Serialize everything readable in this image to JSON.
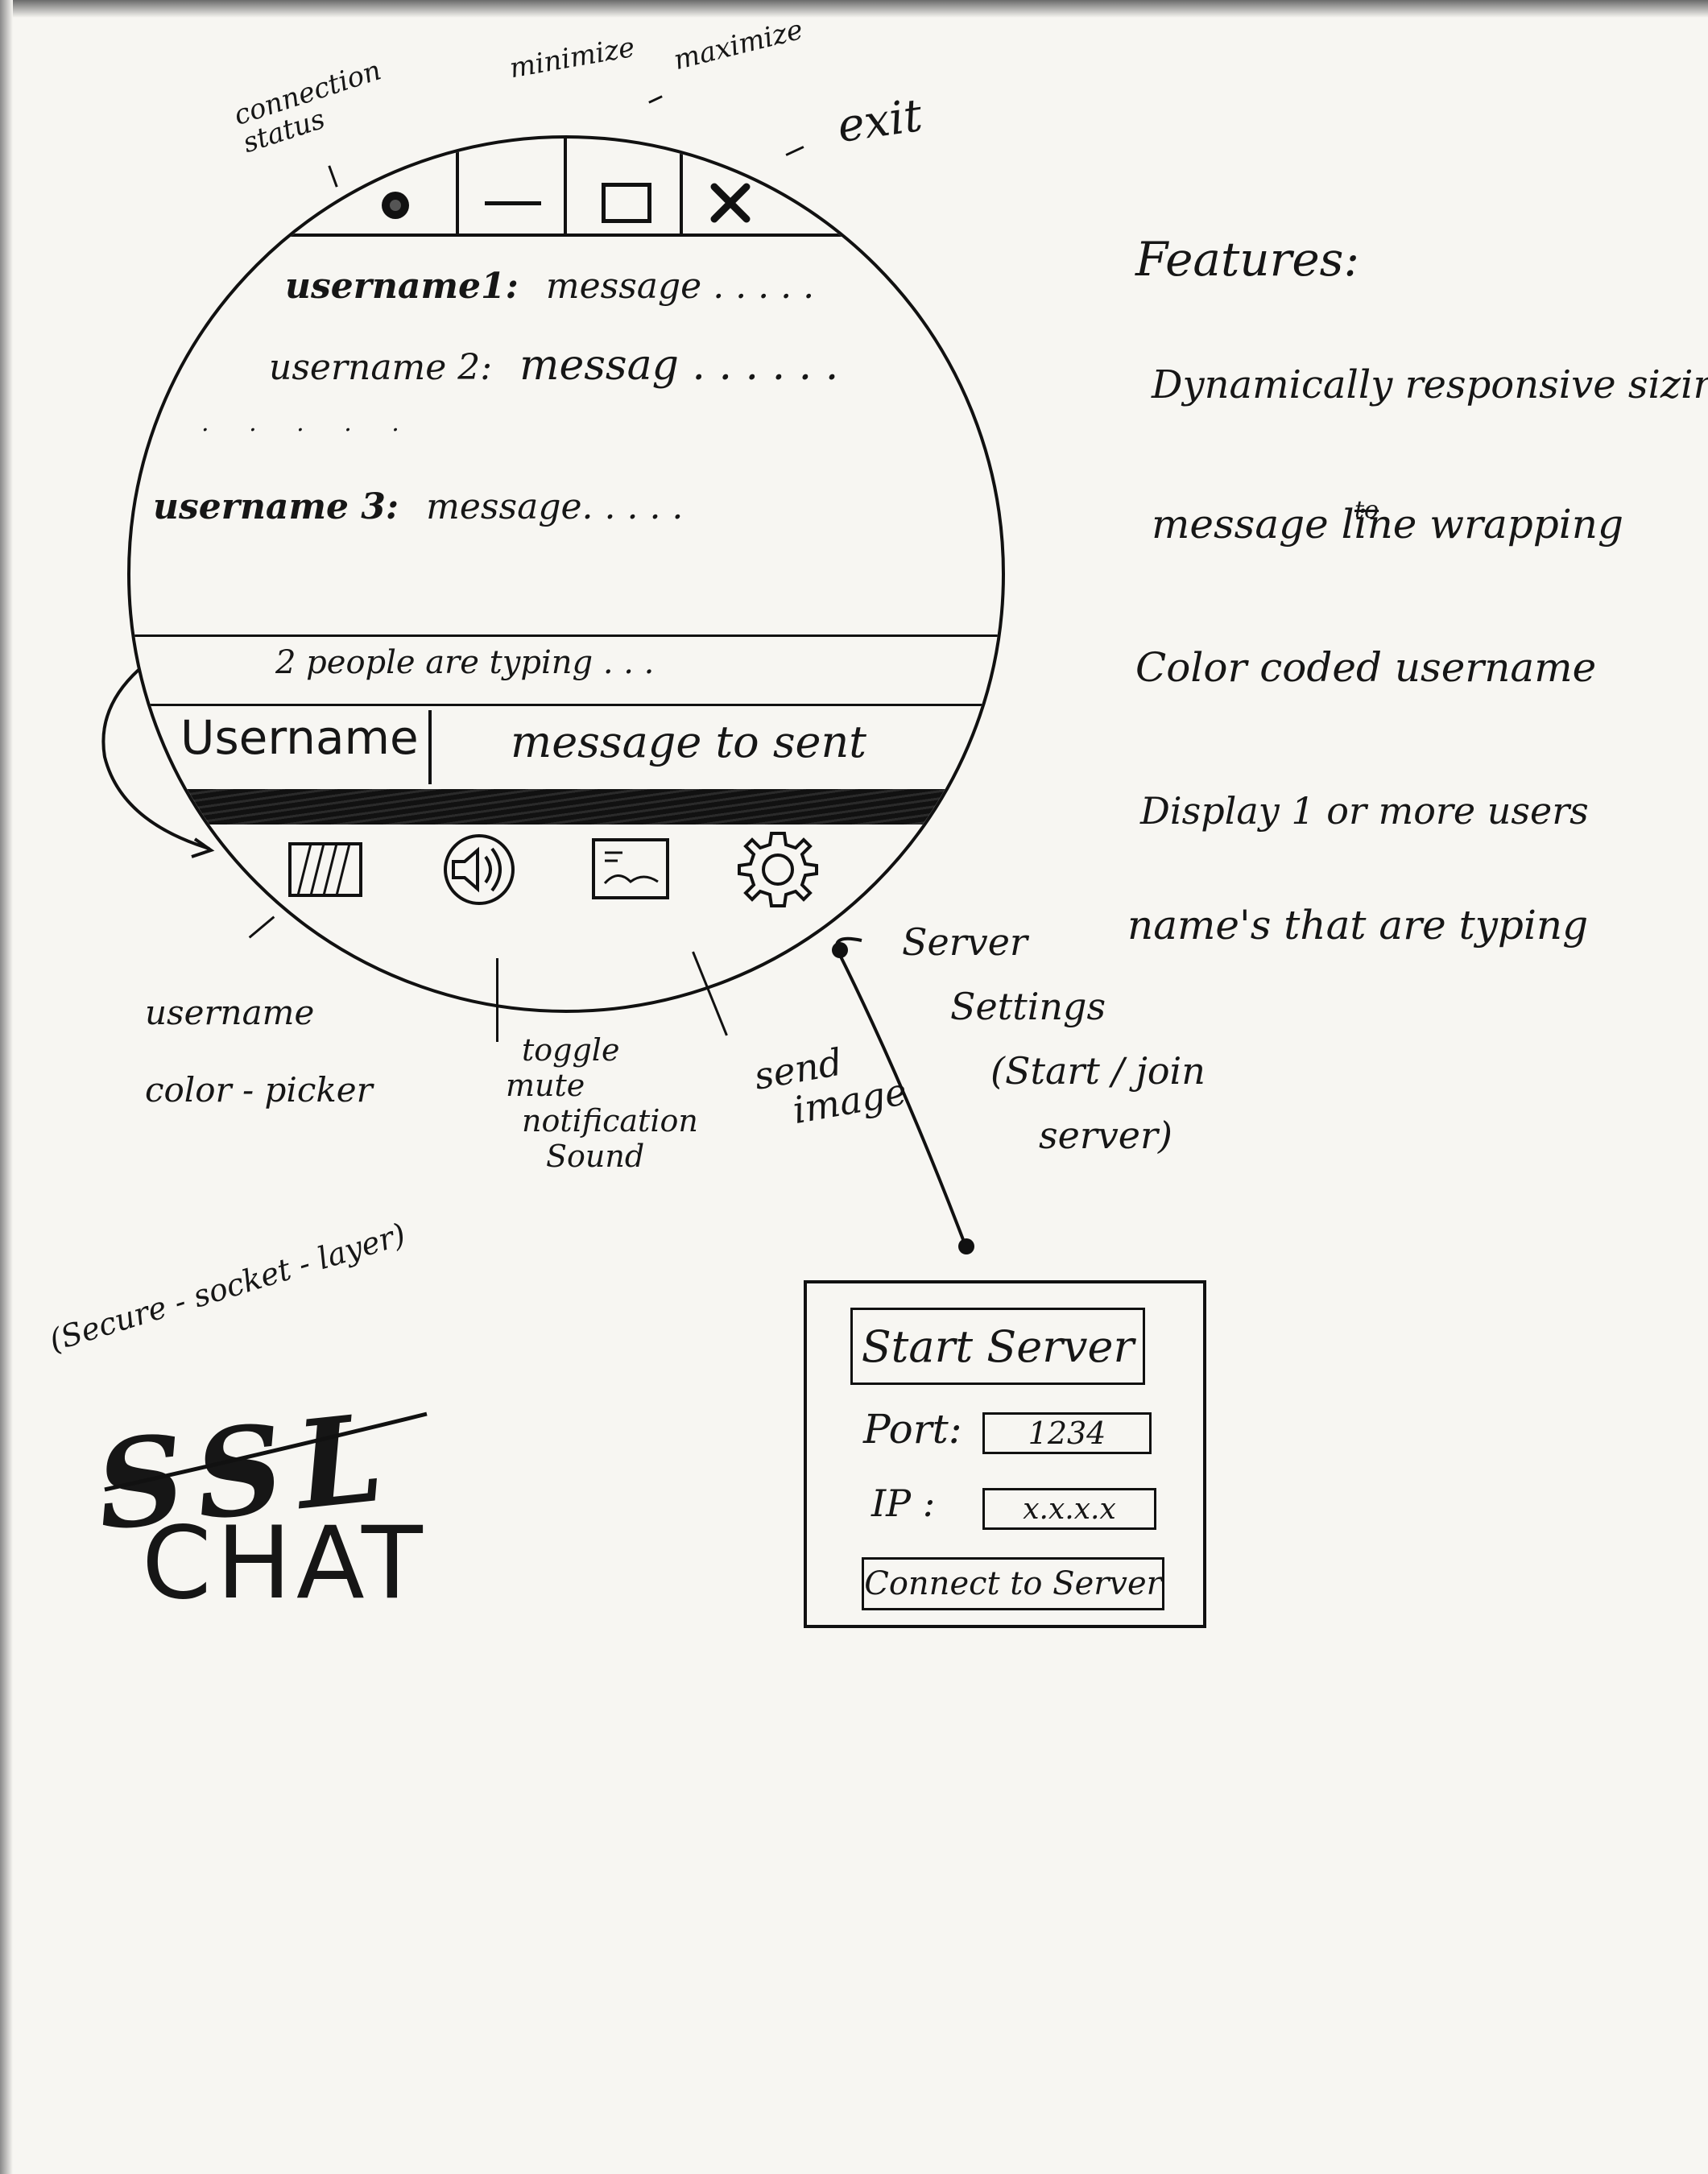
{
  "annotations": {
    "connection_status": "connection status",
    "minimize": "minimize",
    "maximize": "maximize",
    "exit": "exit",
    "username_color_picker_line1": "username",
    "username_color_picker_line2": "color - picker",
    "toggle_mute_line1": "toggle",
    "toggle_mute_line2": "mute",
    "toggle_mute_line3": "notification",
    "toggle_mute_line4": "Sound",
    "send_image_line1": "send",
    "send_image_line2": "image",
    "server_settings_line1": "Server",
    "server_settings_line2": "Settings",
    "server_settings_line3": "(Start / join",
    "server_settings_line4": "server)"
  },
  "window": {
    "title_bar": {
      "icons": [
        "status-dot-icon",
        "minimize-icon",
        "maximize-icon",
        "close-icon"
      ]
    },
    "messages": [
      {
        "user": "username1",
        "text": "message . . . . ."
      },
      {
        "user": "username 2:",
        "text": "messag . . . . . ."
      },
      {
        "user": "username 3:",
        "text": "message. . . . ."
      }
    ],
    "messages_sep": ":",
    "ellipsis_row": ". . . . .",
    "typing_indicator": "2 people are typing . . .",
    "input": {
      "username": "Username",
      "message_placeholder": "message to sent"
    },
    "toolbar_icons": [
      "color-swatch-icon",
      "speaker-icon",
      "image-icon",
      "gear-icon"
    ]
  },
  "features": {
    "title": "Features:",
    "items": [
      "Dynamically responsive sizing",
      "message line wrapping",
      "Color coded username",
      "Display 1 or more users",
      "name's that are typing"
    ],
    "struck_word": "to"
  },
  "server_box": {
    "start_button": "Start Server",
    "port_label": "Port:",
    "port_value": "1234",
    "ip_label": "IP :",
    "ip_value": "x.x.x.x",
    "connect_button": "Connect to Server"
  },
  "logo": {
    "subtitle": "(Secure - socket - layer)",
    "line1": "SSL",
    "line2": "CHAT"
  }
}
